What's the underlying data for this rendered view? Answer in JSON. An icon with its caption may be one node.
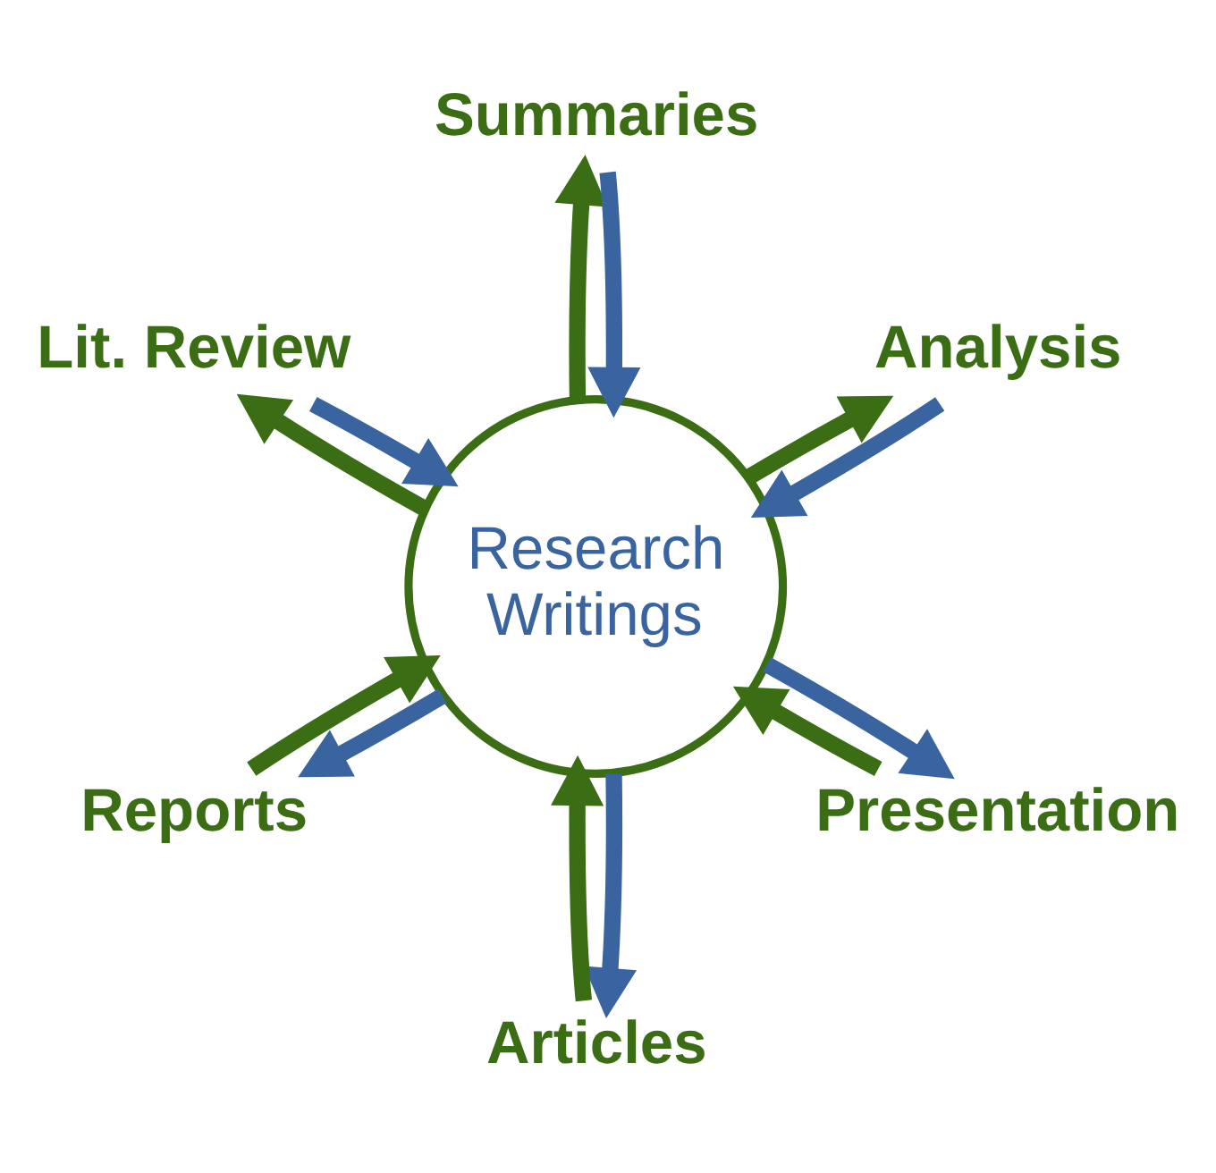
{
  "diagram": {
    "nodes": [
      {
        "text": [
          "Summaries"
        ]
      },
      {
        "text": [
          "Lit. Review"
        ]
      },
      {
        "text": [
          "Analysis"
        ]
      },
      {
        "text": [
          "Research Writings"
        ]
      },
      {
        "text": [
          "Reports"
        ]
      },
      {
        "text": [
          "Presentation"
        ]
      },
      {
        "text": [
          "Articles"
        ]
      }
    ],
    "edges": [
      {
        "from": 3,
        "to": 0,
        "arrow": "to",
        "color": "#3b6e14"
      },
      {
        "from": 0,
        "to": 3,
        "arrow": "to",
        "color": "#3a64a0"
      },
      {
        "from": 1,
        "to": 3,
        "arrow": "to",
        "color": "#3a64a0"
      },
      {
        "from": 3,
        "to": 1,
        "arrow": "to",
        "color": "#3b6e14"
      },
      {
        "from": 3,
        "to": 2,
        "arrow": "to",
        "color": "#3b6e14"
      },
      {
        "from": 2,
        "to": 3,
        "arrow": "to",
        "color": "#3a64a0"
      },
      {
        "from": 4,
        "to": 3,
        "arrow": "to",
        "color": "#3b6e14"
      },
      {
        "from": 3,
        "to": 4,
        "arrow": "to",
        "color": "#3a64a0"
      },
      {
        "from": 3,
        "to": 5,
        "arrow": "to",
        "color": "#3a64a0"
      },
      {
        "from": 5,
        "to": 3,
        "arrow": "to",
        "color": "#3b6e14"
      },
      {
        "from": 6,
        "to": 3,
        "arrow": "to",
        "color": "#3b6e14"
      },
      {
        "from": 3,
        "to": 6,
        "arrow": "to",
        "color": "#3a64a0"
      }
    ]
  }
}
